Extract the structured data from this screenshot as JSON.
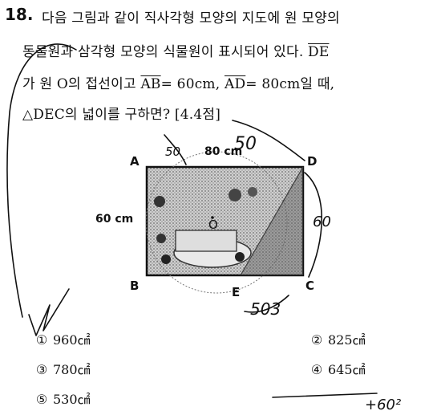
{
  "question": {
    "number": "18.",
    "lines": [
      "다음 그림과 같이 직사각형 모양의 지도에 원 모양의",
      "동물원과 삼각형 모양의 식물원이 표시되어 있다.",
      "가 원 O의 접선이고",
      "△DEC의 넓이를 구하면? [4.4점]"
    ],
    "de_label": "DE",
    "ab_label": "AB",
    "ab_value": "= 60cm,",
    "ad_label": "AD",
    "ad_value": "= 80cm일 때,"
  },
  "figure": {
    "points": {
      "A": "A",
      "B": "B",
      "C": "C",
      "D": "D",
      "E": "E",
      "O": "O"
    },
    "top_label": "80 cm",
    "left_label": "60 cm"
  },
  "choices": [
    {
      "mark": "①",
      "text": "960㎠"
    },
    {
      "mark": "②",
      "text": "825㎠"
    },
    {
      "mark": "③",
      "text": "780㎠"
    },
    {
      "mark": "④",
      "text": "645㎠"
    },
    {
      "mark": "⑤",
      "text": "530㎠"
    }
  ],
  "handwriting": {
    "a": "50",
    "b": "50",
    "c": "60",
    "d": "503",
    "e": "+60²"
  }
}
